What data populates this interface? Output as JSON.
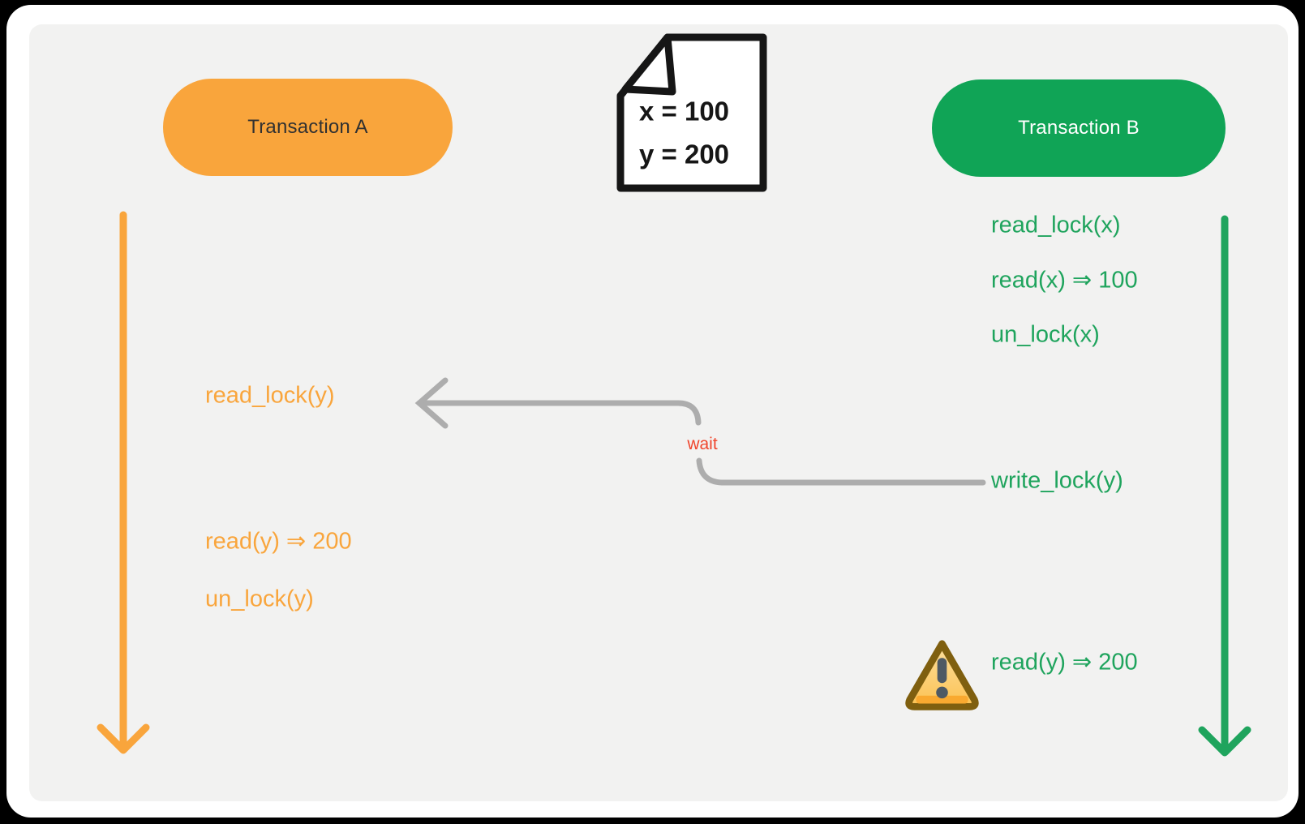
{
  "transaction_a": {
    "label": "Transaction A",
    "color": "#F9A53C",
    "ops": [
      "read_lock(y)",
      "read(y) ⇒ 200",
      "un_lock(y)"
    ]
  },
  "transaction_b": {
    "label": "Transaction B",
    "color": "#10A456",
    "text_color": "#1FA45D",
    "ops": [
      "read_lock(x)",
      "read(x) ⇒ 100",
      "un_lock(x)",
      "write_lock(y)",
      "read(y) ⇒ 200"
    ]
  },
  "database_doc": {
    "line1": "x = 100",
    "line2": "y = 200"
  },
  "wait_label": "wait",
  "icons": {
    "document": "document-with-folded-corner-icon",
    "warning": "warning-triangle-icon"
  },
  "colors": {
    "background": "#000000",
    "card": "#FFFFFF",
    "panel": "#F2F2F1",
    "orange": "#F9A53C",
    "green_pill": "#10A456",
    "green_text": "#1FA45D",
    "wait_red": "#F0452C",
    "connector_gray": "#ADADAD",
    "doc_ink": "#161616"
  }
}
